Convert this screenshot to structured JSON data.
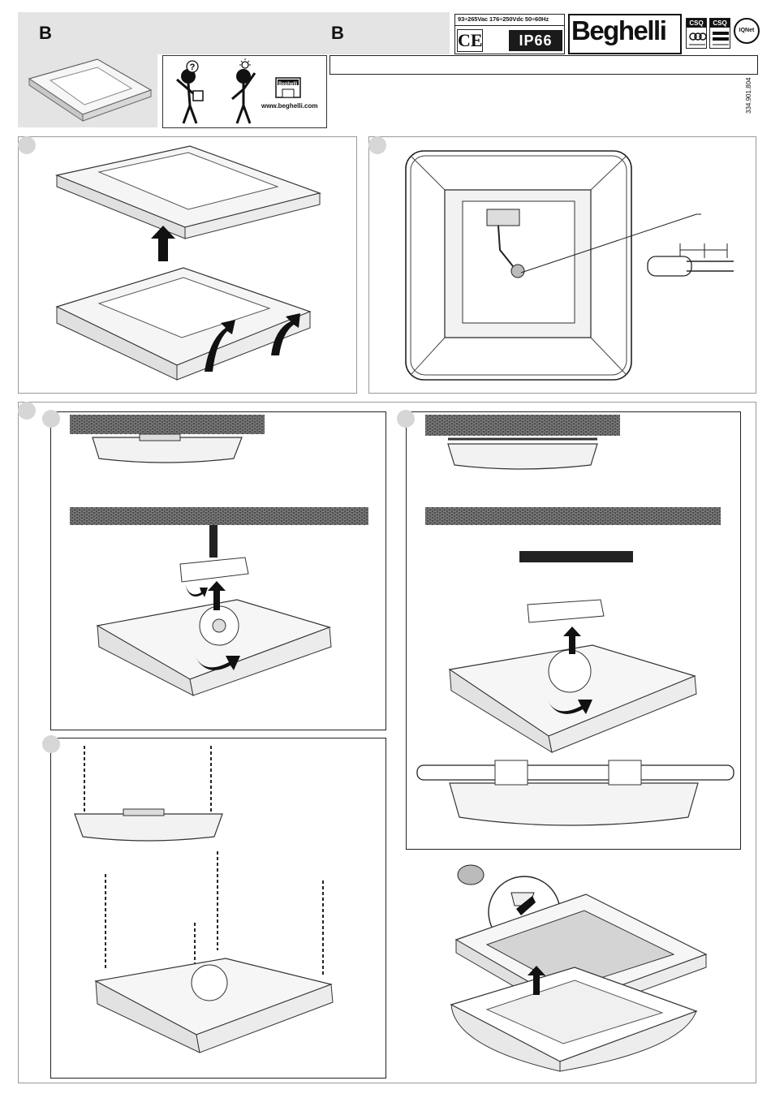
{
  "header": {
    "left_letter": "B",
    "right_letter": "B",
    "website": "www.beghelli.com",
    "brand": "Beghelli",
    "spec_line": "93÷265Vac 176÷250Vdc 50÷60Hz",
    "ce_mark": "CE",
    "ip_rating": "IP66",
    "cert_marks": [
      "CSQ",
      "CSQ"
    ],
    "cert_iqnet": "IQNet",
    "cartoon_logo": "Beghelli",
    "doc_number": "334.901.804"
  },
  "colors": {
    "header_gray": "#e4e4e4",
    "step_circle": "#d6d6d6",
    "ip_badge": "#1a1a1a"
  },
  "icons": [
    "question-mark-icon",
    "light-bulb-icon",
    "up-arrow-icon",
    "curved-arrow-icon"
  ]
}
